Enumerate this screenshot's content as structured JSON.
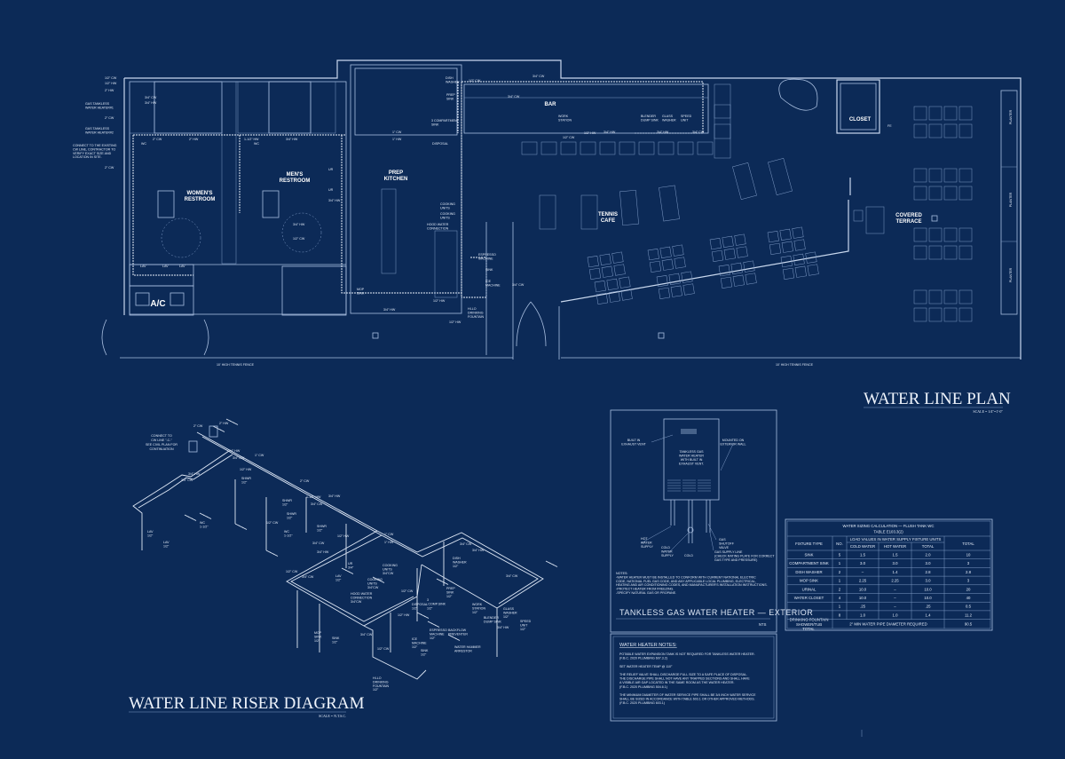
{
  "colors": {
    "background": "#0c2a57",
    "linework": "#a9bfe0",
    "text": "#ffffff"
  },
  "plan": {
    "title": "WATER LINE PLAN",
    "scale": "SCALE = 1/4\"=1'-0\"",
    "rooms": [
      {
        "lines": [
          "WOMEN'S",
          "RESTROOM"
        ]
      },
      {
        "lines": [
          "MEN'S",
          "RESTROOM"
        ]
      },
      {
        "lines": [
          "PREP",
          "KITCHEN"
        ]
      },
      {
        "lines": [
          "BAR"
        ]
      },
      {
        "lines": [
          "TENNIS",
          "CAFE"
        ]
      },
      {
        "lines": [
          "CLOSET"
        ]
      },
      {
        "lines": [
          "COVERED",
          "TERRACE"
        ]
      },
      {
        "lines": [
          "A/C"
        ]
      }
    ],
    "planters": [
      "PLANTER",
      "PLANTER",
      "PLANTER"
    ],
    "fence_labels": [
      "10' HIGH TENNIS FENCE",
      "10' HIGH TENNIS FENCE"
    ],
    "fixtures": [
      {
        "lines": [
          "DISH",
          "WASHER"
        ]
      },
      {
        "lines": [
          "PREP",
          "SINK"
        ]
      },
      {
        "lines": [
          "3 COMPARTMENT",
          "SINK"
        ]
      },
      {
        "lines": [
          "DISPOSAL"
        ]
      },
      {
        "lines": [
          "COOKING",
          "UNITS"
        ]
      },
      {
        "lines": [
          "COOKING",
          "UNITS"
        ]
      },
      {
        "lines": [
          "HOOD WATER",
          "CONNECTION"
        ]
      },
      {
        "lines": [
          "ESPRESSO",
          "MACHINE"
        ]
      },
      {
        "lines": [
          "SINK"
        ]
      },
      {
        "lines": [
          "ICE",
          "MACHINE"
        ]
      },
      {
        "lines": [
          "HI-LO",
          "DRINKING",
          "FOUNTAIN"
        ]
      },
      {
        "lines": [
          "MOP",
          "SINK"
        ]
      },
      {
        "lines": [
          "WORK",
          "STATION"
        ]
      },
      {
        "lines": [
          "BLENDER",
          "DUMP SINK"
        ]
      },
      {
        "lines": [
          "GLASS",
          "WASHER"
        ]
      },
      {
        "lines": [
          "SPEED",
          "UNIT"
        ]
      },
      {
        "lines": [
          "GAS TANKLESS",
          "WATER HEATER#1"
        ]
      },
      {
        "lines": [
          "GAS TANKLESS",
          "WATER HEATER#2"
        ]
      },
      {
        "lines": [
          "CONNECT TO THE EXISTING",
          "CW LINE, CONTRACTOR TO",
          "VERIFY EXACT SIZE AND",
          "LOCATION IN SITE."
        ]
      },
      {
        "lines": [
          "FE"
        ]
      },
      {
        "lines": [
          "WC"
        ]
      },
      {
        "lines": [
          "WC"
        ]
      },
      {
        "lines": [
          "UR"
        ]
      },
      {
        "lines": [
          "UR"
        ]
      },
      {
        "lines": [
          "LAV"
        ]
      },
      {
        "lines": [
          "LAV"
        ]
      },
      {
        "lines": [
          "LAV"
        ]
      }
    ],
    "pipe_sizes": [
      "1/2\" CW",
      "1/2\" HW",
      "2\" HW",
      "3/4\" CW",
      "3/4\" HW",
      "2\" CW",
      "2\" CW",
      "2\" CW",
      "2\" HW",
      "1-1/2\" HW",
      "3/4\" HW",
      "3/4\" HW",
      "1/2\" CW",
      "1\" CW",
      "1\" HW",
      "3/4\" HW",
      "3/4\" CW",
      "1/2\" CW",
      "1/2\" HW",
      "3/4\" CW",
      "1/2\" CW",
      "3/4\" HW",
      "3/4\" HW",
      "3/4\" CW",
      "3/4\" CW",
      "1/2\" HW",
      "3/4\" HW",
      "1/2\" HW"
    ]
  },
  "riser": {
    "title": "WATER LINE RISER DIAGRAM",
    "scale": "SCALE = N.T.S.C.",
    "connect_note": [
      "CONNECT TO",
      "CW LINE \"-C-\"",
      "SEE CIVIL PLAN FOR",
      "CONTINUATION"
    ],
    "fixtures": [
      {
        "lines": [
          "SHWR",
          "1/2\""
        ]
      },
      {
        "lines": [
          "SHWR",
          "1/2\""
        ]
      },
      {
        "lines": [
          "SHWR",
          "1/2\""
        ]
      },
      {
        "lines": [
          "SHWR",
          "1/2\""
        ]
      },
      {
        "lines": [
          "WC",
          "1-1/2\""
        ]
      },
      {
        "lines": [
          "WC",
          "1-1/2\""
        ]
      },
      {
        "lines": [
          "LAV",
          "1/2\""
        ]
      },
      {
        "lines": [
          "LAV",
          "1/2\""
        ]
      },
      {
        "lines": [
          "LAV",
          "1/2\""
        ]
      },
      {
        "lines": [
          "UR",
          "3/4\""
        ]
      },
      {
        "lines": [
          "MOP",
          "SINK",
          "1/2\""
        ]
      },
      {
        "lines": [
          "SINK",
          "1/2\""
        ]
      },
      {
        "lines": [
          "COOKING",
          "UNITS",
          "3/4\"CW"
        ]
      },
      {
        "lines": [
          "COOKING",
          "UNITS",
          "3/4\"CW"
        ]
      },
      {
        "lines": [
          "HOOD WATER",
          "CONNECTION",
          "3/4\"CW"
        ]
      },
      {
        "lines": [
          "DISPOSAL",
          "1/2\""
        ]
      },
      {
        "lines": [
          "PREP",
          "SINK",
          "1/2\""
        ]
      },
      {
        "lines": [
          "3",
          "COMP.SINK",
          "1/2\""
        ]
      },
      {
        "lines": [
          "DISH",
          "WASHER",
          "1/2\""
        ]
      },
      {
        "lines": [
          "WORK",
          "STATION",
          "1/2\""
        ]
      },
      {
        "lines": [
          "BLENDER",
          "DUMP SINK"
        ]
      },
      {
        "lines": [
          "GLASS",
          "WASHER",
          "1/2\""
        ]
      },
      {
        "lines": [
          "SPEED",
          "UNIT",
          "1/2\""
        ]
      },
      {
        "lines": [
          "ICE",
          "MACHINE",
          "1/2\""
        ]
      },
      {
        "lines": [
          "ESPRESSO",
          "MACHINE",
          "1/2\""
        ]
      },
      {
        "lines": [
          "SINK",
          "1/2\""
        ]
      },
      {
        "lines": [
          "BACKFLOW",
          "PREVENTER"
        ]
      },
      {
        "lines": [
          "WATER HAMMER",
          "ARRESTOR"
        ]
      },
      {
        "lines": [
          "HI-LO",
          "DRINKING",
          "FOUNTAIN",
          "1/2\""
        ]
      }
    ],
    "pipe_sizes": [
      "2\" CW",
      "2\" HW",
      "3/4\" HW",
      "3/4\" CW",
      "3/4\" HW",
      "3/4\" CW",
      "1/2\" HW",
      "1\" CW",
      "2\" CW",
      "1-1/2\" HW",
      "1/2\" CW",
      "3/4\" CW",
      "3/4\" HW",
      "1/2\" HW",
      "1\" CW",
      "1\" HW",
      "3/4\" CW",
      "3/4\" HW",
      "1/2\" CW",
      "3/4\" CW",
      "1/2\" HW",
      "3/4\" CW",
      "1/2\" CW",
      "3/4\" CW",
      "3/4\" HW",
      "3/4\" CW",
      "1/2\" CW",
      "3/4\" HW"
    ]
  },
  "heater_detail": {
    "title": "TANKLESS GAS WATER HEATER — EXTERIOR",
    "nts": "NTS",
    "unit_label": [
      "TANKLESS GAS",
      "WATER HEATER",
      "WITH BUILT IN",
      "EXHAUST VENT."
    ],
    "callouts": [
      {
        "lines": [
          "BUILT IN",
          "EXHAUST VENT"
        ]
      },
      {
        "lines": [
          "MOUNTED ON",
          "EXTERIOR WALL"
        ]
      },
      {
        "lines": [
          "HOT",
          "WATER",
          "SUPPLY"
        ]
      },
      {
        "lines": [
          "COLD",
          "WATER",
          "SUPPLY"
        ]
      },
      {
        "lines": [
          "COLD"
        ]
      },
      {
        "lines": [
          "GAS",
          "SHUTOFF",
          "VALVE"
        ]
      },
      {
        "lines": [
          "GAS SUPPLY LINE",
          "(CHECK RATING PLATE FOR CORRECT",
          "GAS TYPE AND PRESSURE)"
        ]
      }
    ],
    "notes": [
      "NOTES:",
      "-WATER HEATER MUST BE INSTALLED TO CONFORM WITH CURRENT NATIONAL ELECTRIC",
      "CODE, NATIONAL FUEL GAS CODE, AND ANY APPLICABLE LOCAL PLUMBING, ELECTRICAL,",
      "HEATING AND AIR CONDITIONING CODES, AND MANUFACTURER'S INSTALLATION INSTRUCTIONS.",
      "-PROTECT HEATER FROM FREEZING.",
      "-SPECIFY NATURAL GAS OR PROPANE."
    ]
  },
  "heater_notes": {
    "title": "WATER HEATER NOTES:",
    "lines": [
      "POTABLE WATER EXPANSION TANK IS NOT REQUIRED FOR TANKLESS WATER HEATER.",
      "(F.B.C. 2020 PLUMBING 607.3.2)",
      "",
      "SET WATER HEATER TEMP @ 110°",
      "",
      "THE RELIEF VALVE SHALL DISCHARGE FULL SIZE TO A SAFE PLACE OF DISPOSAL.",
      "THE DISCHARGE PIPE SHALL NOT HAVE ANY TRAPPED SECTIONS AND SHALL HAVE",
      "A VISIBLE AIR GAP LOCATED IN THE SAME ROOM AS THE WATER HEATER.",
      "(F.B.C. 2020 PLUMBING 504.6.1)",
      "",
      "THE MINIMUM DIAMETER OF WATER SERVICE PIPE SHALL BE 3/4 INCH WATER SERVICE",
      "SHALL BE SIZED IN ACCORDANCE WITH TABLE 603.1 OR OTHER APPROVED METHODS.",
      "(F.B.C. 2020 PLUMBING 603.1)"
    ]
  },
  "sizing_table": {
    "title": "WATER SIZING CALCULATION — FLUSH TANK WC",
    "subtitle": "TABLE E103.3(2)",
    "group_header": "LOAD VALUES IN WATER SUPPLY FIXTURE UNITS",
    "headers": [
      "FIXTURE TYPE",
      "NO.",
      "COLD WATER",
      "HOT WATER",
      "TOTAL",
      "TOTAL"
    ],
    "rows": [
      [
        "SINK",
        "5",
        "1.5",
        "1.5",
        "2.0",
        "10"
      ],
      [
        "COMPARTMENT SINK",
        "1",
        "3.0",
        "3.0",
        "3.0",
        "3"
      ],
      [
        "DISH WASHER",
        "2",
        "–",
        "1.4",
        "2.8",
        "2.8"
      ],
      [
        "MOP SINK",
        "1",
        "2.25",
        "2.25",
        "3.0",
        "3"
      ],
      [
        "URINAL",
        "2",
        "10.0",
        "–",
        "10.0",
        "20"
      ],
      [
        "WATER CLOSET",
        "4",
        "10.0",
        "–",
        "10.0",
        "40"
      ],
      [
        "DRINKING FOUNTAIN",
        "1",
        ".25",
        "–",
        ".25",
        "0.5"
      ],
      [
        "SHOWER/TUB",
        "8",
        "1.0",
        "1.0",
        "1.4",
        "11.2"
      ]
    ],
    "total_row": {
      "label": "TOTAL",
      "note": "2\" MIN WATER PIPE DIAMETER REQUIRED",
      "value": "90.5"
    }
  }
}
